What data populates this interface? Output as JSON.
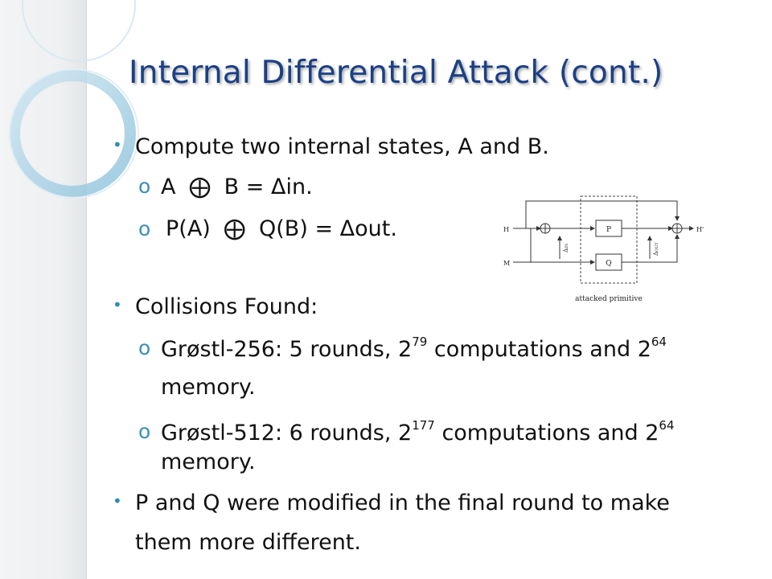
{
  "slide": {
    "title": "Internal Differential Attack (cont.)",
    "bullet1": "Compute two internal states, A and B.",
    "sub1": {
      "a": "A",
      "op": "⨁",
      "b": "B = Δin."
    },
    "sub2": {
      "a": "P(A)",
      "op": "⨁",
      "b": "Q(B) = Δout."
    },
    "bullet2": "Collisions Found:",
    "sub3": {
      "pre": "Grøstl-256: 5 rounds, 2",
      "exp1": "79",
      "mid": " computations and 2",
      "exp2": "64",
      "post": "memory."
    },
    "sub4": {
      "pre": "Grøstl-512: 6 rounds, 2",
      "exp1": "177",
      "mid": " computations and 2",
      "exp2": "64",
      "post": "memory."
    },
    "bullet3_line1": "P and Q were modified in the final round to make",
    "bullet3_line2": "them more different.",
    "bullet_glyph": "•",
    "sub_glyph": "o"
  },
  "diagram": {
    "label_h_in": "H",
    "label_m": "M",
    "label_h_out": "H'",
    "label_p": "P",
    "label_q": "Q",
    "label_delta_in": "Δ",
    "label_delta_in_sub": "IN",
    "label_delta_out": "Δ",
    "label_delta_out_sub": "OUT",
    "caption": "attacked primitive"
  },
  "colors": {
    "title": "#1a3f86",
    "bullet": "#2f8cb5",
    "sub_bullet": "#3a8fb9",
    "text": "#111111"
  }
}
